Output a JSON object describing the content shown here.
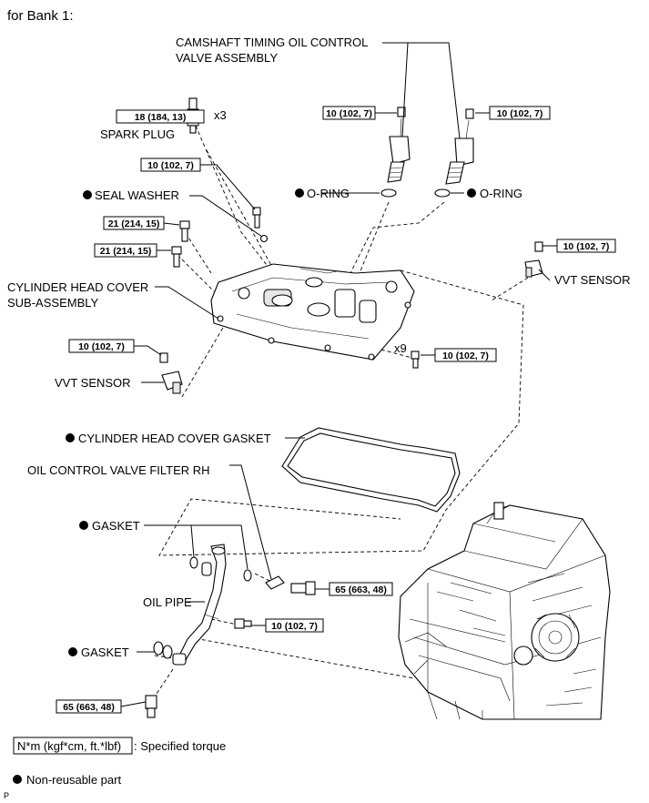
{
  "header": {
    "title": "for Bank 1:"
  },
  "labels": {
    "camshaft_1": "CAMSHAFT TIMING OIL CONTROL",
    "camshaft_2": "VALVE ASSEMBLY",
    "spark_plug": "SPARK PLUG",
    "x3": "x3",
    "seal_washer": "SEAL WASHER",
    "oring_left": "O-RING",
    "oring_right": "O-RING",
    "cyl_head_cover_1": "CYLINDER HEAD COVER",
    "cyl_head_cover_2": "SUB-ASSEMBLY",
    "vvt_sensor_right": "VVT SENSOR",
    "vvt_sensor_left": "VVT SENSOR",
    "x9": "x9",
    "gasket_cover": "CYLINDER HEAD COVER GASKET",
    "filter": "OIL CONTROL VALVE FILTER RH",
    "gasket_upper": "GASKET",
    "oil_pipe": "OIL PIPE",
    "gasket_lower": "GASKET"
  },
  "torques": {
    "spark_plug": "18 (184, 13)",
    "cam_left": "10 (102, 7)",
    "cam_right": "10 (102, 7)",
    "cover_bolt_top": "10 (102, 7)",
    "stud_1": "21 (214, 15)",
    "stud_2": "21 (214, 15)",
    "vvt_right": "10 (102, 7)",
    "vvt_left": "10 (102, 7)",
    "cover_x9": "10 (102, 7)",
    "union_bolt_upper": "65 (663, 48)",
    "pipe_bolt": "10 (102, 7)",
    "union_bolt_lower": "65 (663, 48)"
  },
  "legend": {
    "torque_unit": "N*m (kgf*cm, ft.*lbf)",
    "torque_desc": ": Specified torque",
    "nonreusable": "Non-reusable part"
  },
  "footer": {
    "code": "P"
  }
}
